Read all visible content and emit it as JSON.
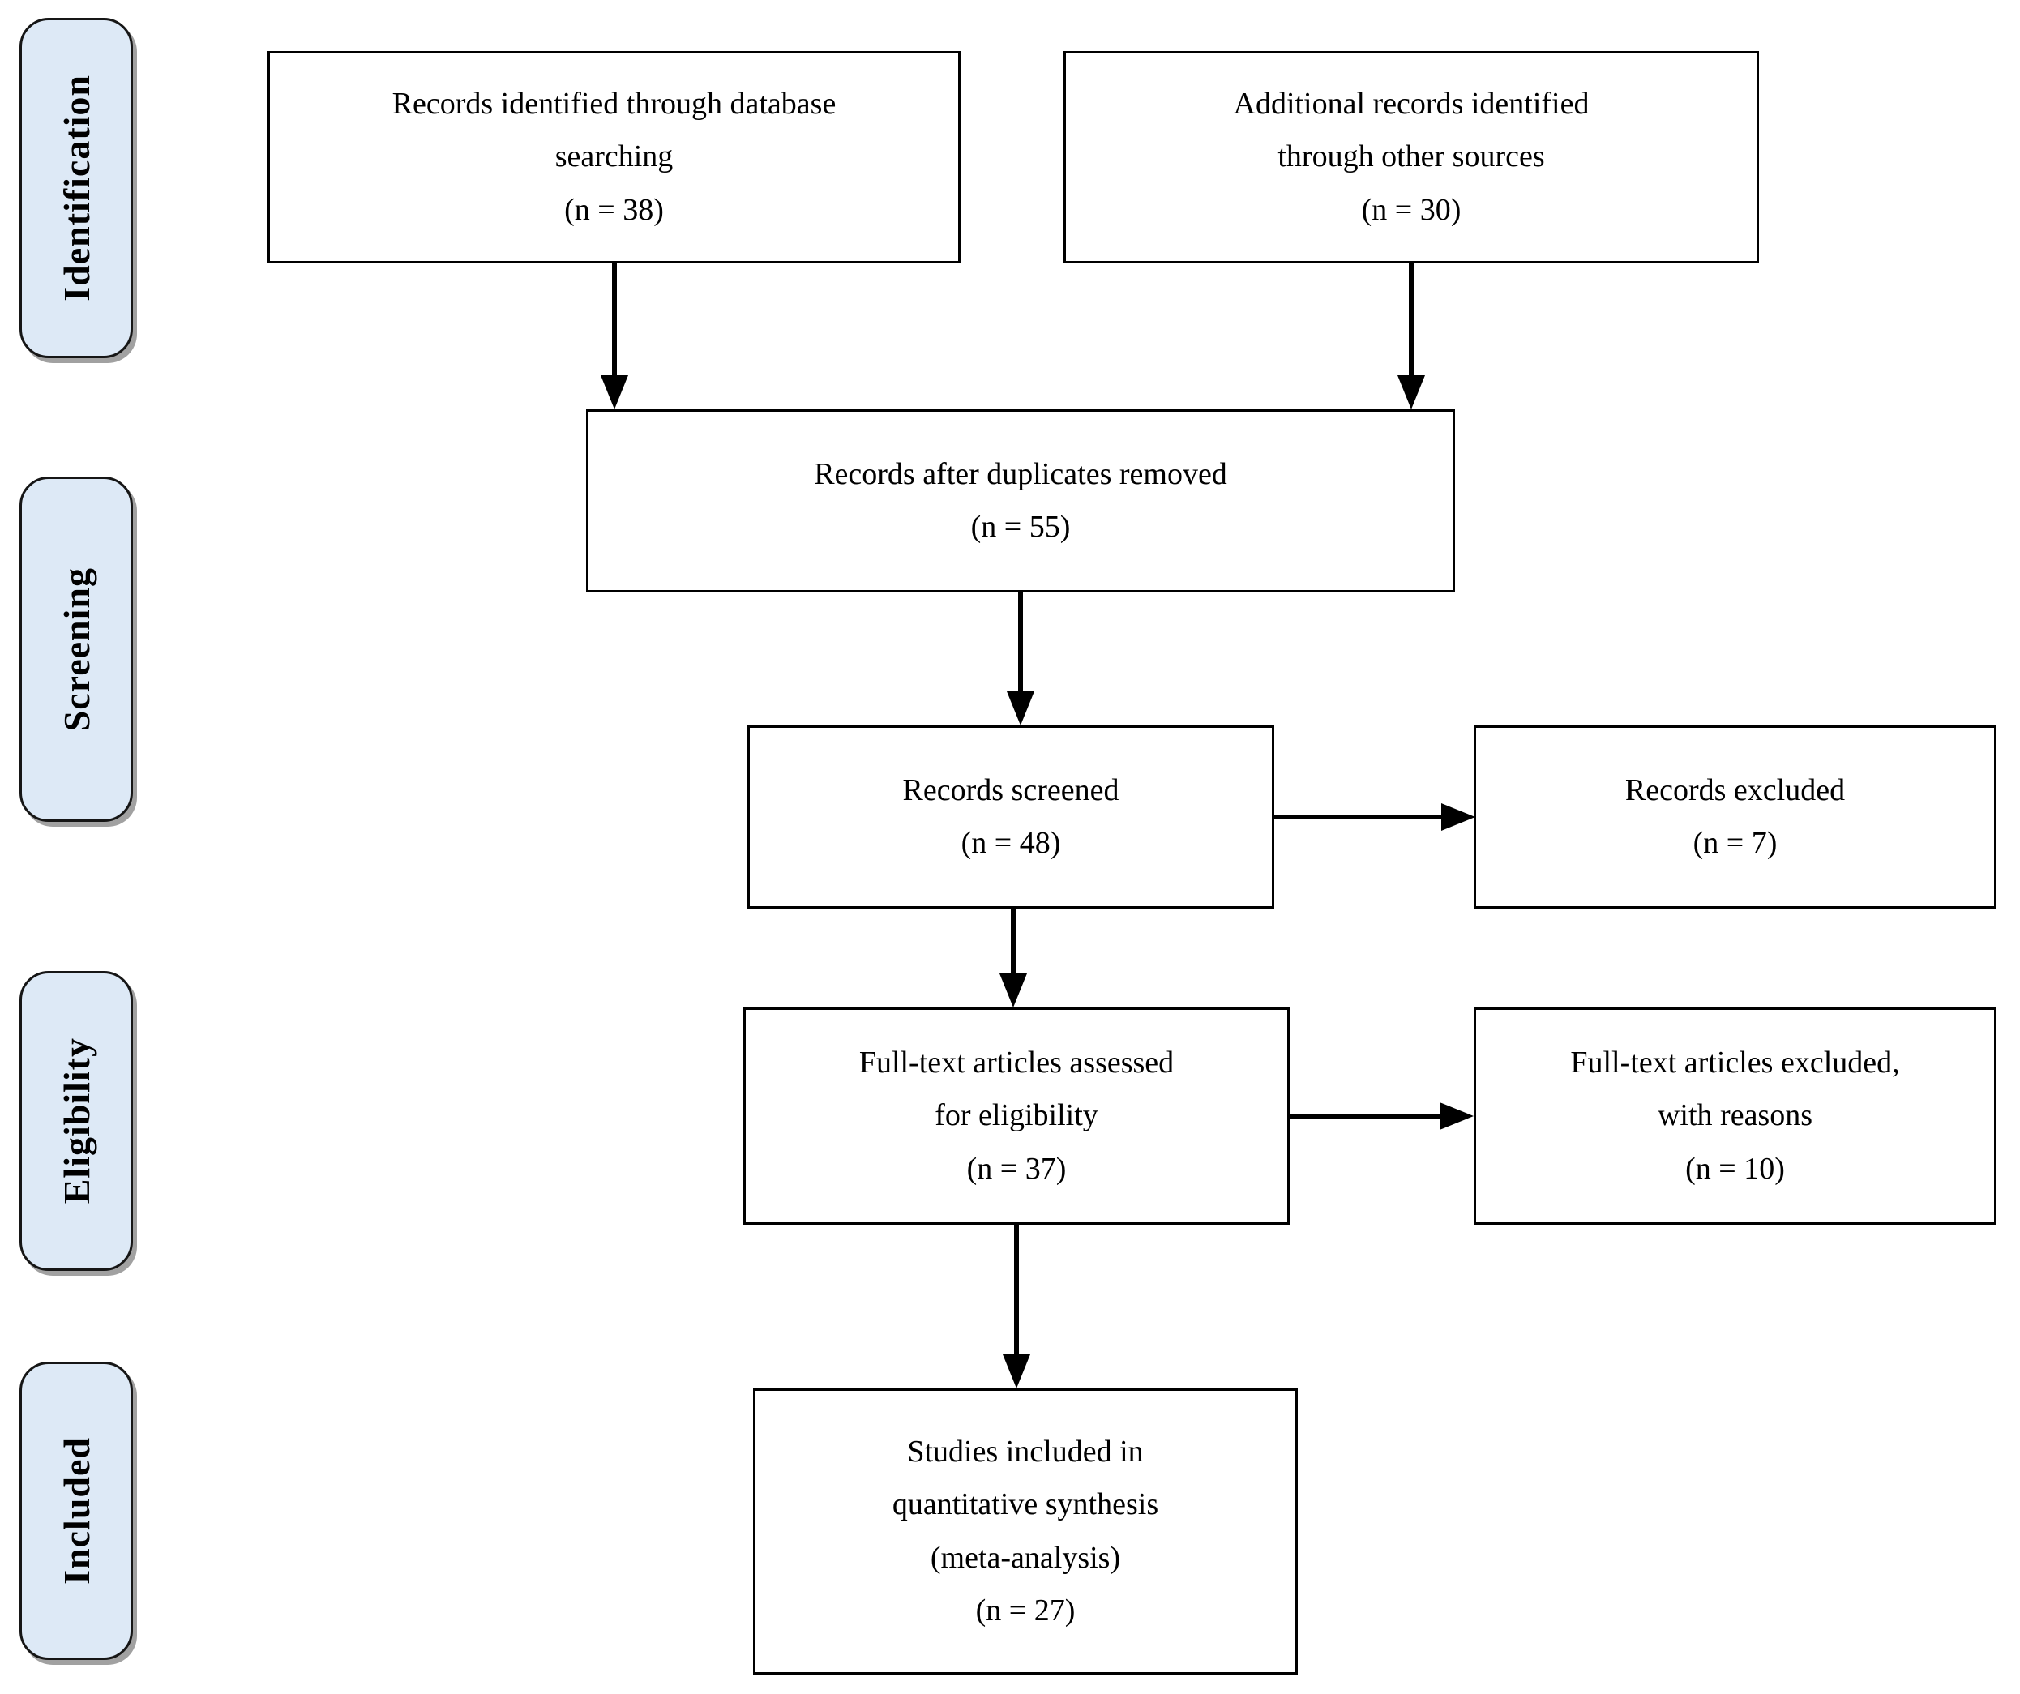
{
  "diagram": {
    "kind": "PRISMA flow diagram",
    "colors": {
      "stage_fill": "#dde9f6",
      "stage_border": "#161616",
      "stage_shadow": "#6e6e6e",
      "box_fill": "#ffffff",
      "box_border": "#000000",
      "arrow": "#000000",
      "text": "#000000"
    },
    "stages": [
      {
        "label": "Identification"
      },
      {
        "label": "Screening"
      },
      {
        "label": "Eligibility"
      },
      {
        "label": "Included"
      }
    ],
    "boxes": [
      {
        "id": "identified",
        "lines": [
          "Records identified through database",
          "searching"
        ],
        "n_label": "(n = 38)"
      },
      {
        "id": "additional",
        "lines": [
          "Additional records identified",
          "through other sources"
        ],
        "n_label": "(n = 30)"
      },
      {
        "id": "after-duplicates",
        "lines": [
          "Records after duplicates removed"
        ],
        "n_label": "(n = 55)"
      },
      {
        "id": "screened",
        "lines": [
          "Records screened"
        ],
        "n_label": "(n = 48)"
      },
      {
        "id": "excluded",
        "lines": [
          "Records excluded"
        ],
        "n_label": "(n = 7)"
      },
      {
        "id": "fulltext-assessed",
        "lines": [
          "Full-text articles assessed",
          "for eligibility"
        ],
        "n_label": "(n = 37)"
      },
      {
        "id": "fulltext-excluded",
        "lines": [
          "Full-text articles excluded,",
          "with reasons"
        ],
        "n_label": "(n = 10)"
      },
      {
        "id": "included-synthesis",
        "lines": [
          "Studies included in",
          "quantitative synthesis",
          "(meta-analysis)"
        ],
        "n_label": "(n = 27)"
      }
    ]
  }
}
